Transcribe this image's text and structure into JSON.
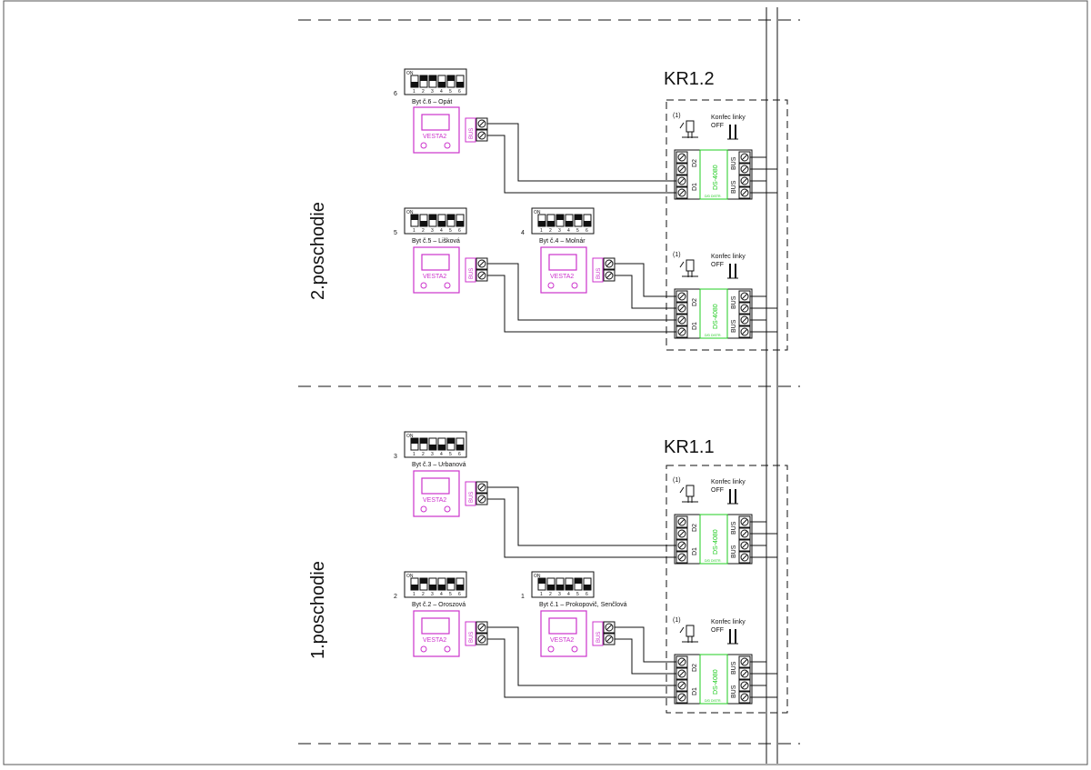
{
  "floors": [
    {
      "label": "2.poschodie"
    },
    {
      "label": "1.poschodie"
    }
  ],
  "distributors": [
    {
      "name": "KR1.2",
      "modules": [
        {
          "note": "(1)",
          "terminator_line1": "Konfec linky",
          "terminator_line2": "OFF",
          "port_d2": "D2",
          "port_d1": "D1",
          "bus_top": "BUS",
          "bus_bottom": "BUS",
          "model": "DS-4080",
          "model_sub": "D/D DISTR."
        },
        {
          "note": "(1)",
          "terminator_line1": "Konfec linky",
          "terminator_line2": "OFF",
          "port_d2": "D2",
          "port_d1": "D1",
          "bus_top": "BUS",
          "bus_bottom": "BUS",
          "model": "DS-4080",
          "model_sub": "D/D DISTR."
        }
      ]
    },
    {
      "name": "KR1.1",
      "modules": [
        {
          "note": "(1)",
          "terminator_line1": "Konfec linky",
          "terminator_line2": "OFF",
          "port_d2": "D2",
          "port_d1": "D1",
          "bus_top": "BUS",
          "bus_bottom": "BUS",
          "model": "DS-4080",
          "model_sub": "D/D DISTR."
        },
        {
          "note": "(1)",
          "terminator_line1": "Konfec linky",
          "terminator_line2": "OFF",
          "port_d2": "D2",
          "port_d1": "D1",
          "bus_top": "BUS",
          "bus_bottom": "BUS",
          "model": "DS-4080",
          "model_sub": "D/D DISTR."
        }
      ]
    }
  ],
  "apartments": [
    {
      "number": "6",
      "label": "Byt č.6 – Opát",
      "device": "VESTA2",
      "bus": "BUS",
      "dip_on": "ON",
      "dip_digits": [
        "1",
        "2",
        "3",
        "4",
        "5",
        "6"
      ],
      "dip_state": [
        false,
        true,
        true,
        false,
        true,
        false
      ]
    },
    {
      "number": "5",
      "label": "Byt č.5 – Lišková",
      "device": "VESTA2",
      "bus": "BUS",
      "dip_on": "ON",
      "dip_digits": [
        "1",
        "2",
        "3",
        "4",
        "5",
        "6"
      ],
      "dip_state": [
        true,
        false,
        true,
        false,
        true,
        false
      ]
    },
    {
      "number": "4",
      "label": "Byt č.4 – Molnár",
      "device": "VESTA2",
      "bus": "BUS",
      "dip_on": "ON",
      "dip_digits": [
        "1",
        "2",
        "3",
        "4",
        "5",
        "6"
      ],
      "dip_state": [
        false,
        false,
        true,
        false,
        true,
        false
      ]
    },
    {
      "number": "3",
      "label": "Byt č.3 – Urbanová",
      "device": "VESTA2",
      "bus": "BUS",
      "dip_on": "ON",
      "dip_digits": [
        "1",
        "2",
        "3",
        "4",
        "5",
        "6"
      ],
      "dip_state": [
        true,
        true,
        false,
        false,
        true,
        false
      ]
    },
    {
      "number": "2",
      "label": "Byt č.2 – Oroszová",
      "device": "VESTA2",
      "bus": "BUS",
      "dip_on": "ON",
      "dip_digits": [
        "1",
        "2",
        "3",
        "4",
        "5",
        "6"
      ],
      "dip_state": [
        false,
        true,
        false,
        false,
        true,
        false
      ]
    },
    {
      "number": "1",
      "label": "Byt č.1 – Prokopovič, Senčlová",
      "device": "VESTA2",
      "bus": "BUS",
      "dip_on": "ON",
      "dip_digits": [
        "1",
        "2",
        "3",
        "4",
        "5",
        "6"
      ],
      "dip_state": [
        true,
        false,
        false,
        false,
        true,
        false
      ]
    }
  ],
  "colors": {
    "line": "#111111",
    "device": "#cc33cc",
    "module_accent": "#22cc22",
    "frame": "#555555"
  }
}
